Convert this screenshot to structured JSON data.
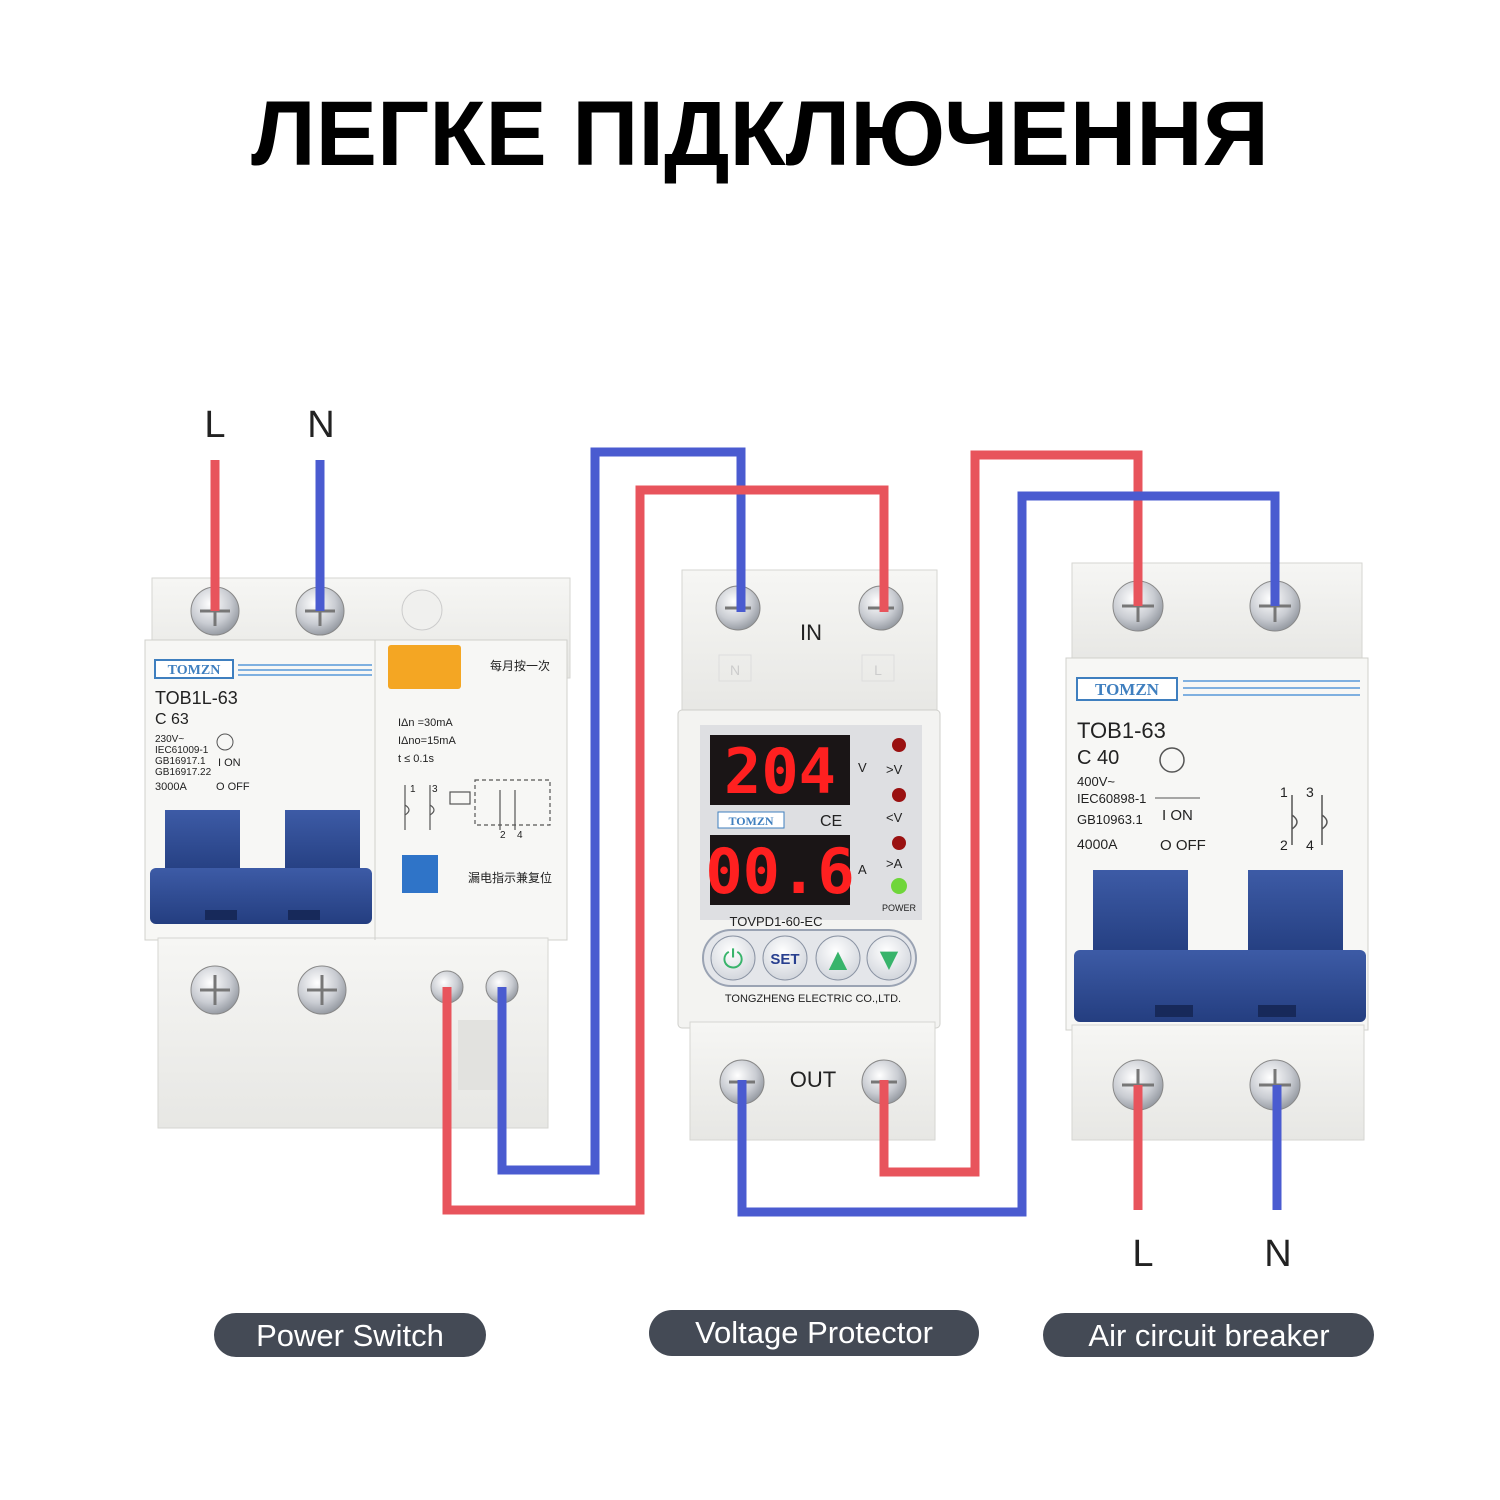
{
  "title": "ЛЕГКЕ ПІДКЛЮЧЕННЯ",
  "colors": {
    "live_wire": "#e8545c",
    "neutral_wire": "#4a5bd0",
    "breaker_blue": "#2e4a8f",
    "pill_bg": "#444a55"
  },
  "power_switch": {
    "line_label": "L",
    "neutral_label": "N",
    "brand": "TOMZN",
    "model": "TOB1L-63",
    "rating": "C 63",
    "specs": [
      "230V~",
      "IEC61009-1",
      "GB16917.1",
      "GB16917.22",
      "3000A"
    ],
    "on_label": "I ON",
    "off_label": "O OFF",
    "test_note": "每月按一次",
    "leak_specs": [
      "IΔn =30mA",
      "IΔno=15mA",
      "t ≤ 0.1s"
    ],
    "terminal_nums": [
      "1",
      "3",
      "2",
      "4"
    ],
    "reset_note": "漏电指示兼复位",
    "caption": "Power Switch"
  },
  "voltage_protector": {
    "in_label": "IN",
    "out_label": "OUT",
    "n_mark": "N",
    "l_mark": "L",
    "voltage_reading": "204",
    "voltage_unit": "V",
    "current_reading": "00.6",
    "current_unit": "A",
    "brand": "TOMZN",
    "ce_mark": "CE",
    "ind_over_v": ">V",
    "ind_under_v": "<V",
    "ind_over_a": ">A",
    "ind_power": "POWER",
    "model": "TOVPD1-60-EC",
    "btn_power": "⏻",
    "btn_set": "SET",
    "btn_up": "▲",
    "btn_down": "▼",
    "maker": "TONGZHENG ELECTRIC CO.,LTD.",
    "caption": "Voltage Protector"
  },
  "air_breaker": {
    "line_label": "L",
    "neutral_label": "N",
    "brand": "TOMZN",
    "model": "TOB1-63",
    "rating": "C 40",
    "specs": [
      "400V~",
      "IEC60898-1",
      "GB10963.1",
      "4000A"
    ],
    "on_label": "I ON",
    "off_label": "O OFF",
    "terminal_nums": [
      "1",
      "3",
      "2",
      "4"
    ],
    "caption": "Air circuit breaker"
  }
}
